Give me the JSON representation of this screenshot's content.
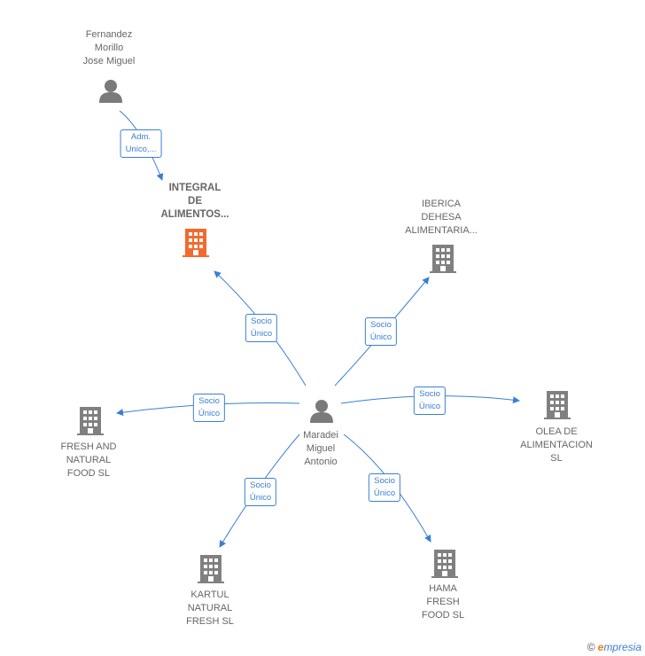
{
  "colors": {
    "edge": "#3a7fd5",
    "person": "#7a7a7a",
    "company": "#808080",
    "highlight": "#f26a2e"
  },
  "nodes": {
    "fernandez": {
      "label": "Fernandez\nMorillo\nJose Miguel",
      "icon": "person-icon"
    },
    "integral": {
      "label": "INTEGRAL\nDE\nALIMENTOS...",
      "icon": "building-icon"
    },
    "iberica": {
      "label": "IBERICA\nDEHESA\nALIMENTARIA...",
      "icon": "building-icon"
    },
    "maradei": {
      "label": "Maradei\nMiguel\nAntonio",
      "icon": "person-icon"
    },
    "fresh": {
      "label": "FRESH AND\nNATURAL\nFOOD  SL",
      "icon": "building-icon"
    },
    "olea": {
      "label": "OLEA DE\nALIMENTACION\nSL",
      "icon": "building-icon"
    },
    "kartul": {
      "label": "KARTUL\nNATURAL\nFRESH  SL",
      "icon": "building-icon"
    },
    "hama": {
      "label": "HAMA\nFRESH\nFOOD  SL",
      "icon": "building-icon"
    }
  },
  "edges": {
    "adm": "Adm.\nUnico,...",
    "socio_integral": "Socio\nÚnico",
    "socio_iberica": "Socio\nÚnico",
    "socio_fresh": "Socio\nÚnico",
    "socio_olea": "Socio\nÚnico",
    "socio_kartul": "Socio\nÚnico",
    "socio_hama": "Socio\nÚnico"
  },
  "footer": {
    "copyright": "©",
    "brand_initial": "e",
    "brand_rest": "mpresia"
  }
}
